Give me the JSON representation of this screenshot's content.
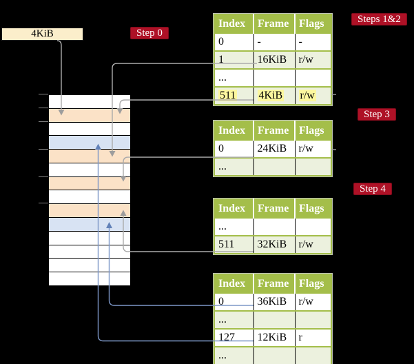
{
  "colors": {
    "background": "#000000",
    "badge_red": "#AE1126",
    "table_header_green": "#A4BE4A",
    "table_row_green": "#ECF1DE",
    "highlight_yellow": "#FCF79F",
    "memory_frame_peach": "#FBE2C7",
    "memory_frame_blue": "#D8E3F3",
    "page_box_cream": "#FBEECB",
    "gray_connector": "#ABABAB",
    "blue_connector": "#7D97C7"
  },
  "page_box": {
    "label": "4KiB"
  },
  "badges": {
    "step0": "Step 0",
    "steps12": "Steps 1&2",
    "step3": "Step 3",
    "step4": "Step 4"
  },
  "tables": [
    {
      "id": "steps-1-2",
      "headers": [
        "Index",
        "Frame",
        "Flags"
      ],
      "rows": [
        {
          "index": "0",
          "frame": "-",
          "flags": "-"
        },
        {
          "index": "1",
          "frame": "16KiB",
          "flags": "r/w"
        },
        {
          "index": "...",
          "frame": "",
          "flags": ""
        },
        {
          "index": "511",
          "frame": "4KiB",
          "flags": "r/w"
        }
      ]
    },
    {
      "id": "step-3",
      "headers": [
        "Index",
        "Frame",
        "Flags"
      ],
      "rows": [
        {
          "index": "0",
          "frame": "24KiB",
          "flags": "r/w"
        },
        {
          "index": "...",
          "frame": "",
          "flags": ""
        }
      ]
    },
    {
      "id": "step-4",
      "headers": [
        "Index",
        "Frame",
        "Flags"
      ],
      "rows": [
        {
          "index": "...",
          "frame": "",
          "flags": ""
        },
        {
          "index": "511",
          "frame": "32KiB",
          "flags": "r/w"
        }
      ]
    },
    {
      "id": "final-level",
      "headers": [
        "Index",
        "Frame",
        "Flags"
      ],
      "rows": [
        {
          "index": "0",
          "frame": "36KiB",
          "flags": "r/w"
        },
        {
          "index": "...",
          "frame": "",
          "flags": ""
        },
        {
          "index": "127",
          "frame": "12KiB",
          "flags": "r"
        },
        {
          "index": "...",
          "frame": "",
          "flags": ""
        }
      ]
    }
  ],
  "memory": {
    "row_count": 14,
    "row_colors": [
      "white",
      "peach",
      "white",
      "blue",
      "peach",
      "white",
      "peach",
      "white",
      "peach",
      "blue",
      "white",
      "white",
      "white",
      "white"
    ]
  }
}
